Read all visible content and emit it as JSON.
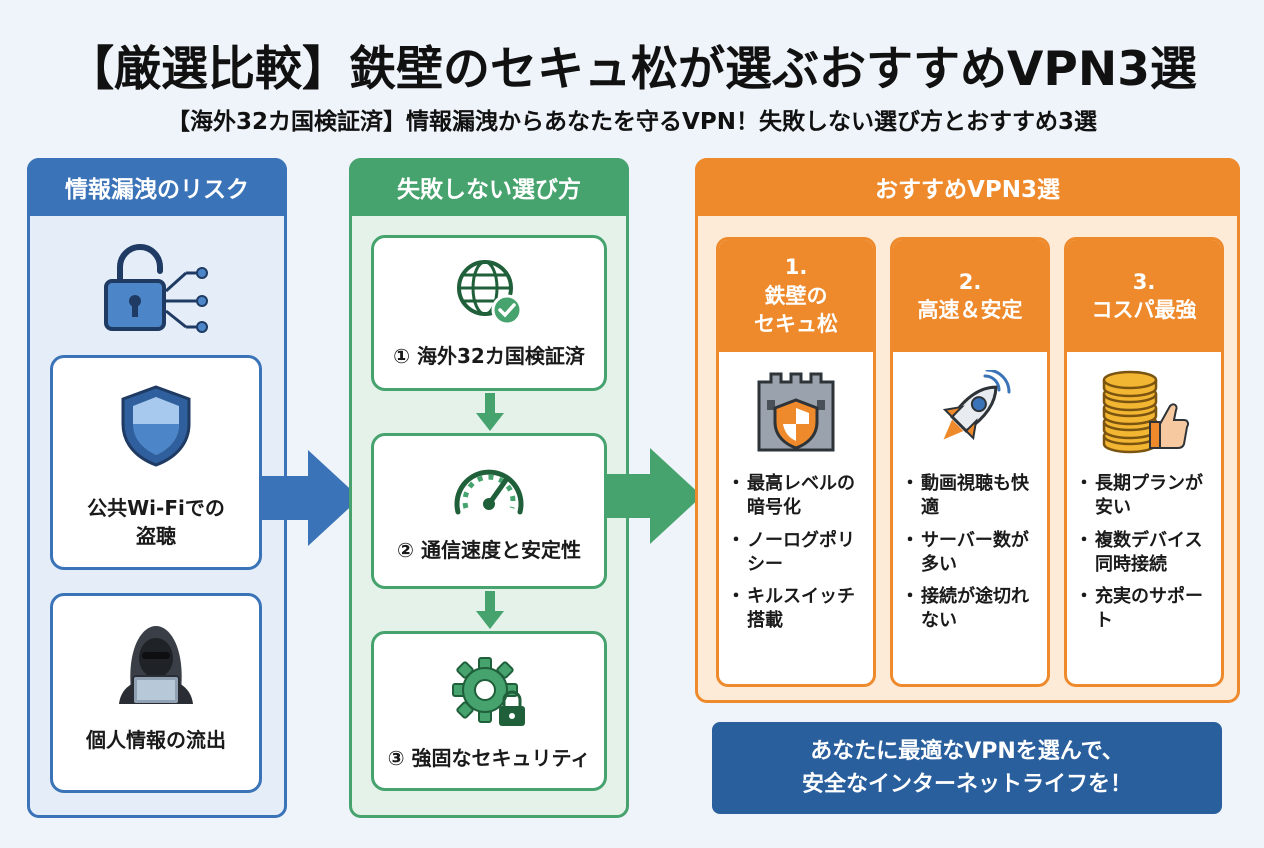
{
  "header": {
    "title": "【厳選比較】鉄壁のセキュ松が選ぶおすすめVPN3選",
    "subtitle": "【海外32カ国検証済】情報漏洩からあなたを守るVPN！失敗しない選び方とおすすめ3選"
  },
  "risk": {
    "heading": "情報漏洩のリスク",
    "items": [
      {
        "line1": "公共Wi-Fiでの",
        "line2": "盗聴"
      },
      {
        "line1": "個人情報の流出"
      }
    ]
  },
  "guide": {
    "heading": "失敗しない選び方",
    "steps": [
      {
        "label": "① 海外32カ国検証済"
      },
      {
        "label": "② 通信速度と安定性"
      },
      {
        "label": "③ 強固なセキュリティ"
      }
    ]
  },
  "recommend": {
    "heading": "おすすめVPN3選",
    "vpns": [
      {
        "num": "1.",
        "name1": "鉄壁の",
        "name2": "セキュ松",
        "features": [
          "最高レベルの暗号化",
          "ノーログポリシー",
          "キルスイッチ搭載"
        ]
      },
      {
        "num": "2.",
        "name1": "高速＆安定",
        "name2": "",
        "features": [
          "動画視聴も快適",
          "サーバー数が多い",
          "接続が途切れない"
        ]
      },
      {
        "num": "3.",
        "name1": "コスパ最強",
        "name2": "",
        "features": [
          "長期プランが安い",
          "複数デバイス同時接続",
          "充実のサポート"
        ]
      }
    ]
  },
  "cta": {
    "line1": "あなたに最適なVPNを選んで、",
    "line2": "安全なインターネットライフを！"
  },
  "colors": {
    "blue": "#3a73b8",
    "green": "#46a36e",
    "orange": "#ee8a2c",
    "navy": "#2a5f9e"
  },
  "icons": [
    "padlock-icon",
    "shield-icon",
    "hacker-icon",
    "globe-check-icon",
    "speedometer-icon",
    "gear-lock-icon",
    "castle-shield-icon",
    "rocket-icon",
    "coins-thumbsup-icon"
  ]
}
